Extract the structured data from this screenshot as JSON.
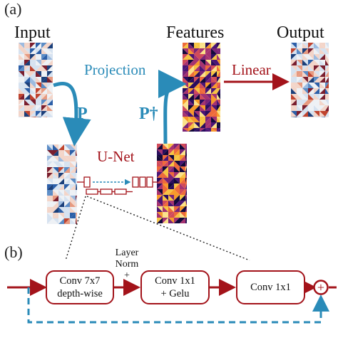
{
  "panel_a": {
    "label": "(a)",
    "input_label": "Input",
    "features_label": "Features",
    "output_label": "Output",
    "projection_label": "Projection",
    "p_label": "P",
    "p_dagger_label": "P†",
    "linear_label": "Linear",
    "unet_label": "U-Net"
  },
  "panel_b": {
    "label": "(b)",
    "layer_norm_label": "Layer\nNorm\n+",
    "blocks": [
      {
        "line1": "Conv 7x7",
        "line2": "depth-wise"
      },
      {
        "line1": "Conv 1x1",
        "line2": "+ Gelu"
      },
      {
        "line1": "Conv 1x1",
        "line2": ""
      }
    ],
    "sum_symbol": "+"
  },
  "colors": {
    "blue": "#2a8bb8",
    "red": "#a3131a",
    "field_cool": "#3a6fb0",
    "field_warm": "#c0442f",
    "feature_dark": "#1e1352",
    "feature_hot": "#f2a23a"
  }
}
